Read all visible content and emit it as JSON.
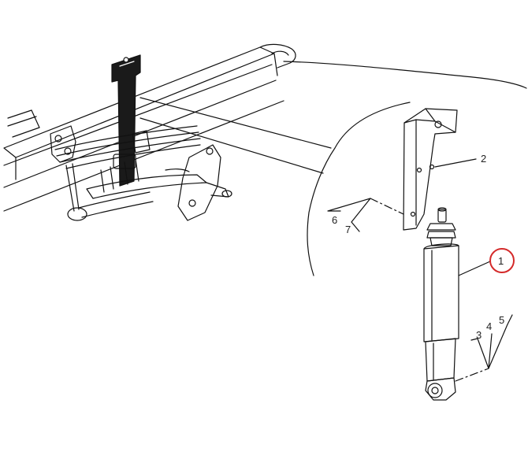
{
  "diagram": {
    "callouts": {
      "c1": "1",
      "c2": "2",
      "c3": "3",
      "c4": "4",
      "c5": "5",
      "c6": "6",
      "c7": "7"
    },
    "highlight_callout": "1",
    "colors": {
      "line": "#111111",
      "fill_dark": "#1a1a1a",
      "highlight_ring": "#d42a2a",
      "background": "#ffffff"
    }
  }
}
